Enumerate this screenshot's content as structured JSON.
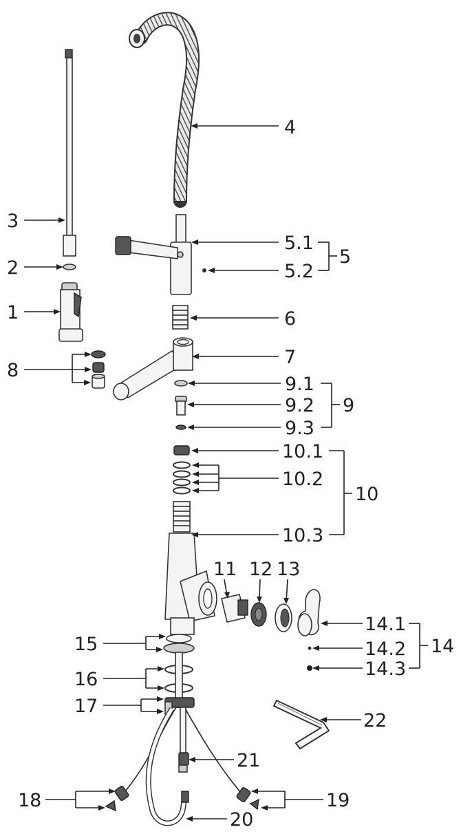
{
  "labels": {
    "p1": "1",
    "p2": "2",
    "p3": "3",
    "p4": "4",
    "p5": "5",
    "p5_1": "5.1",
    "p5_2": "5.2",
    "p6": "6",
    "p7": "7",
    "p8": "8",
    "p9": "9",
    "p9_1": "9.1",
    "p9_2": "9.2",
    "p9_3": "9.3",
    "p10": "10",
    "p10_1": "10.1",
    "p10_2": "10.2",
    "p10_3": "10.3",
    "p11": "11",
    "p12": "12",
    "p13": "13",
    "p14": "14",
    "p14_1": "14.1",
    "p14_2": "14.2",
    "p14_3": "14.3",
    "p15": "15",
    "p16": "16",
    "p17": "17",
    "p18": "18",
    "p19": "19",
    "p20": "20",
    "p21": "21",
    "p22": "22"
  }
}
